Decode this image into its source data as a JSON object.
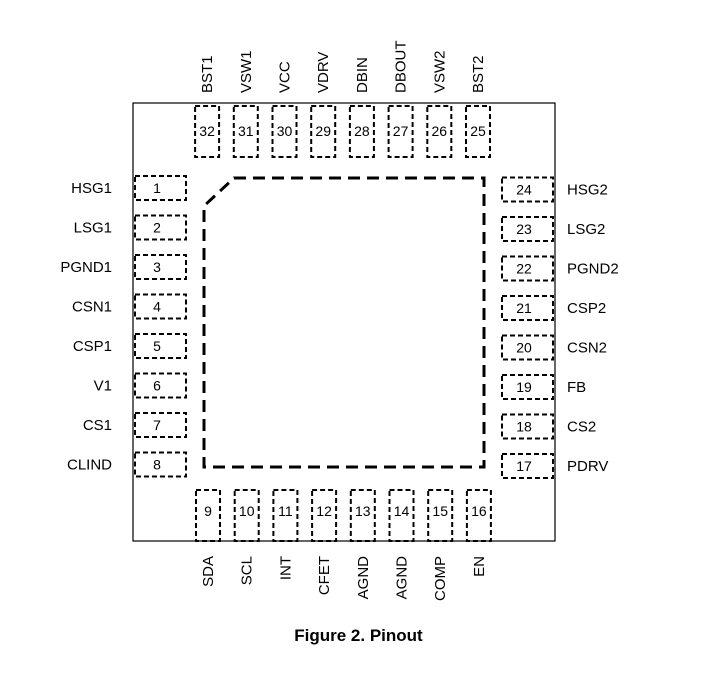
{
  "caption": "Figure 2. Pinout",
  "pins": {
    "left": [
      {
        "num": "1",
        "name": "HSG1"
      },
      {
        "num": "2",
        "name": "LSG1"
      },
      {
        "num": "3",
        "name": "PGND1"
      },
      {
        "num": "4",
        "name": "CSN1"
      },
      {
        "num": "5",
        "name": "CSP1"
      },
      {
        "num": "6",
        "name": "V1"
      },
      {
        "num": "7",
        "name": "CS1"
      },
      {
        "num": "8",
        "name": "CLIND"
      }
    ],
    "bottom": [
      {
        "num": "9",
        "name": "SDA"
      },
      {
        "num": "10",
        "name": "SCL"
      },
      {
        "num": "11",
        "name": "INT"
      },
      {
        "num": "12",
        "name": "CFET"
      },
      {
        "num": "13",
        "name": "AGND"
      },
      {
        "num": "14",
        "name": "AGND"
      },
      {
        "num": "15",
        "name": "COMP"
      },
      {
        "num": "16",
        "name": "EN"
      }
    ],
    "right": [
      {
        "num": "17",
        "name": "PDRV"
      },
      {
        "num": "18",
        "name": "CS2"
      },
      {
        "num": "19",
        "name": "FB"
      },
      {
        "num": "20",
        "name": "CSN2"
      },
      {
        "num": "21",
        "name": "CSP2"
      },
      {
        "num": "22",
        "name": "PGND2"
      },
      {
        "num": "23",
        "name": "LSG2"
      },
      {
        "num": "24",
        "name": "HSG2"
      }
    ],
    "top": [
      {
        "num": "25",
        "name": "BST2"
      },
      {
        "num": "26",
        "name": "VSW2"
      },
      {
        "num": "27",
        "name": "DBOUT"
      },
      {
        "num": "28",
        "name": "DBIN"
      },
      {
        "num": "29",
        "name": "VDRV"
      },
      {
        "num": "30",
        "name": "VCC"
      },
      {
        "num": "31",
        "name": "VSW1"
      },
      {
        "num": "32",
        "name": "BST1"
      }
    ]
  }
}
